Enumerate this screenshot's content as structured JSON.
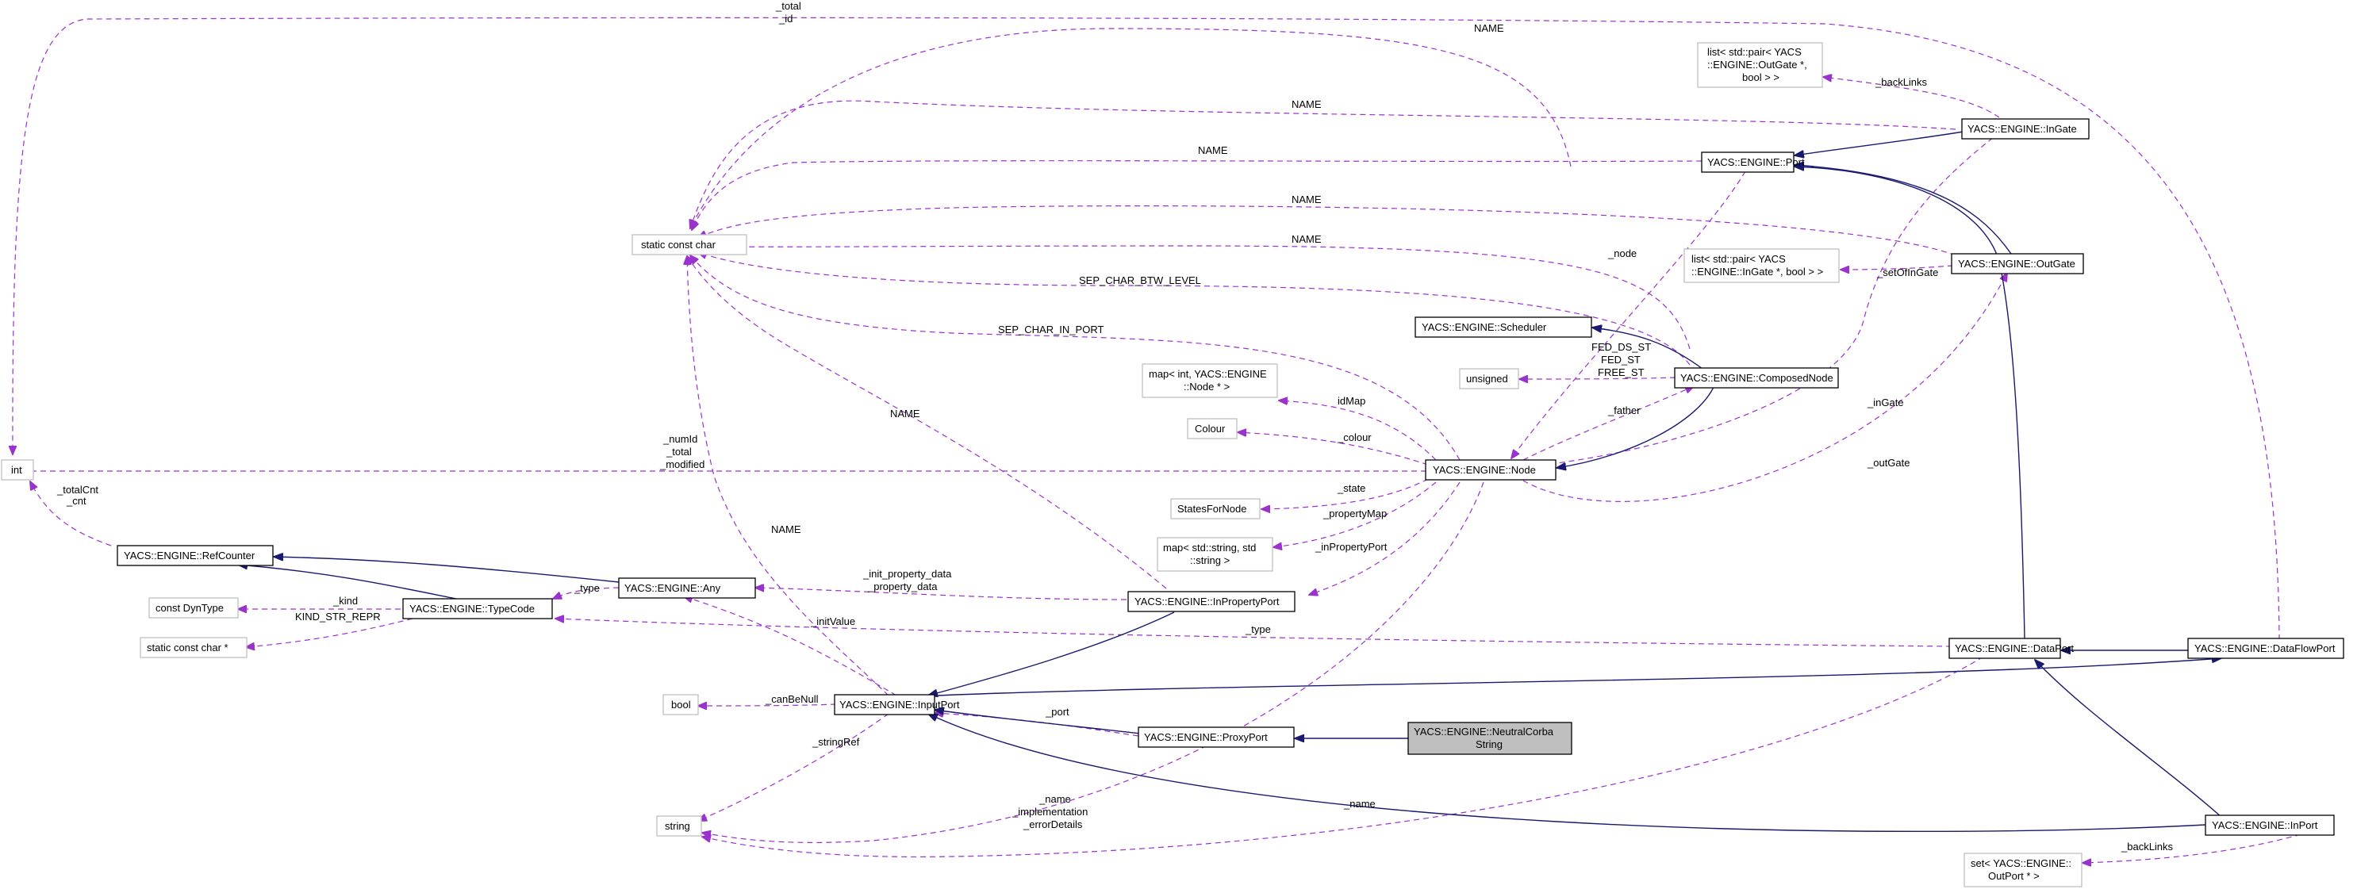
{
  "nodes": {
    "int": "int",
    "static_const_char": "static const char",
    "list_outgate_1": "list< std::pair< YACS",
    "list_outgate_2": "::ENGINE::OutGate *,",
    "list_outgate_3": "bool > >",
    "ingate": "YACS::ENGINE::InGate",
    "port": "YACS::ENGINE::Port",
    "list_ingate_1": "list< std::pair< YACS",
    "list_ingate_2": "::ENGINE::InGate *, bool > >",
    "outgate": "YACS::ENGINE::OutGate",
    "scheduler": "YACS::ENGINE::Scheduler",
    "unsigned": "unsigned",
    "composednode": "YACS::ENGINE::ComposedNode",
    "map_node_1": "map< int, YACS::ENGINE",
    "map_node_2": "::Node * >",
    "colour": "Colour",
    "node": "YACS::ENGINE::Node",
    "statesfornode": "StatesForNode",
    "map_string_1": "map< std::string, std",
    "map_string_2": "::string >",
    "refcounter": "YACS::ENGINE::RefCounter",
    "any": "YACS::ENGINE::Any",
    "inpropertyport": "YACS::ENGINE::InPropertyPort",
    "const_dyntype": "const DynType",
    "typecode": "YACS::ENGINE::TypeCode",
    "static_const_char_ptr": "static const char *",
    "dataport": "YACS::ENGINE::DataPort",
    "dataflowport": "YACS::ENGINE::DataFlowPort",
    "bool": "bool",
    "inputport": "YACS::ENGINE::InputPort",
    "proxyport": "YACS::ENGINE::ProxyPort",
    "neutral_1": "YACS::ENGINE::NeutralCorba",
    "neutral_2": "String",
    "string": "string",
    "inport": "YACS::ENGINE::InPort",
    "set_outport_1": "set< YACS::ENGINE::",
    "set_outport_2": "OutPort * >"
  },
  "labels": {
    "total_id_1": "_total",
    "total_id_2": "_id",
    "name_top": "NAME",
    "back_links_ingate": "_backLinks",
    "name_ingate": "NAME",
    "name_port": "NAME",
    "name_outgate": "NAME",
    "name_outgate2": "NAME",
    "set_of_in_gate": "_setOfInGate",
    "node_lbl": "_node",
    "sep_btw_level": "SEP_CHAR_BTW_LEVEL",
    "sep_in_port": "SEP_CHAR_IN_PORT",
    "fed_ds_st": "FED_DS_ST",
    "fed_st": "FED_ST",
    "free_st": "FREE_ST",
    "id_map": "idMap",
    "father": "_father",
    "in_gate": "_inGate",
    "name_inprop": "NAME",
    "colour_lbl": "_colour",
    "num_id": "_numId",
    "total": "_total",
    "modified": "_modified",
    "out_gate": "_outGate",
    "total_cnt": "_totalCnt",
    "cnt": "_cnt",
    "state": "_state",
    "property_map": "_propertyMap",
    "name_input": "NAME",
    "in_property_port": "_inPropertyPort",
    "init_property_data": "_init_property_data",
    "property_data": "_property_data",
    "type_any": "_type",
    "kind": "_kind",
    "kind_str_repr": "KIND_STR_REPR",
    "init_value": "_initValue",
    "type_dataport": "_type",
    "can_be_null": "_canBeNull",
    "port_lbl": "_port",
    "string_ref": "_stringRef",
    "name_string": "_name",
    "implementation": "_implementation",
    "error_details": "_errorDetails",
    "name_inport": "_name",
    "back_links_inport": "_backLinks"
  }
}
